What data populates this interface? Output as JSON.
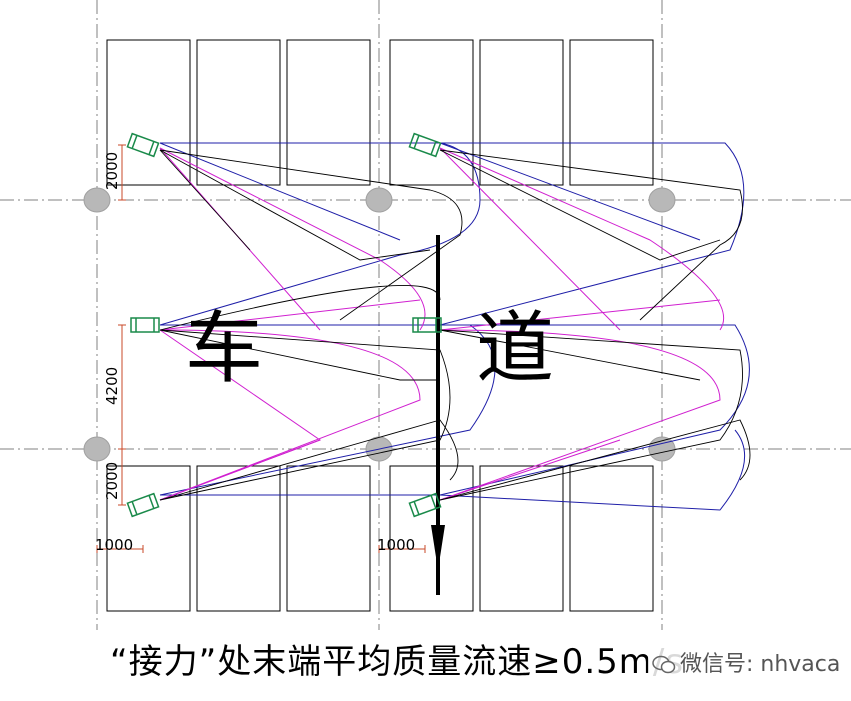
{
  "diagram": {
    "road_chars": [
      "车",
      "道"
    ],
    "dimensions": {
      "top_gap": "2000",
      "middle_gap": "4200",
      "bottom_gap": "2000",
      "left_offset_a": "1000",
      "left_offset_b": "1000"
    },
    "caption": "“接力”处末端平均质量流速≥0.5m/s",
    "watermark": "微信号: nhvaca",
    "colors": {
      "stall_border": "#000000",
      "axis_line": "#808080",
      "column_fill": "#b8b8b8",
      "fan_body": "#1a8a4a",
      "blue_line": "#1f1fa8",
      "magenta_line": "#d020d0",
      "black_line": "#000000",
      "dimension_line": "#c84a2a"
    }
  }
}
